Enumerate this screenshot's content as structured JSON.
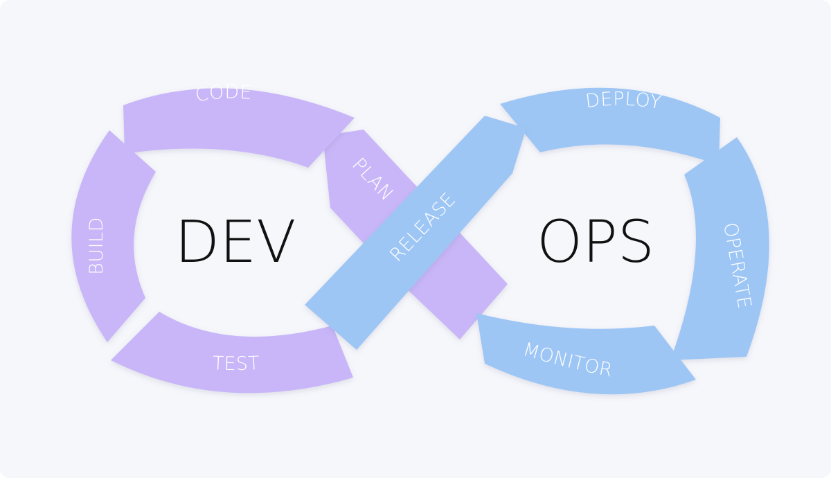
{
  "colors": {
    "background": "#f6f7fb",
    "dev": "#c8b6f8",
    "ops": "#9ec6f5",
    "label": "#ffffff",
    "center_text": "#111111"
  },
  "dev": {
    "title": "DEV",
    "stages": {
      "code": "CODE",
      "build": "BUILD",
      "test": "TEST",
      "plan": "PLAN"
    }
  },
  "ops": {
    "title": "OPS",
    "stages": {
      "deploy": "DEPLOY",
      "operate": "OPERATE",
      "monitor": "MONITOR",
      "release": "RELEASE"
    }
  }
}
